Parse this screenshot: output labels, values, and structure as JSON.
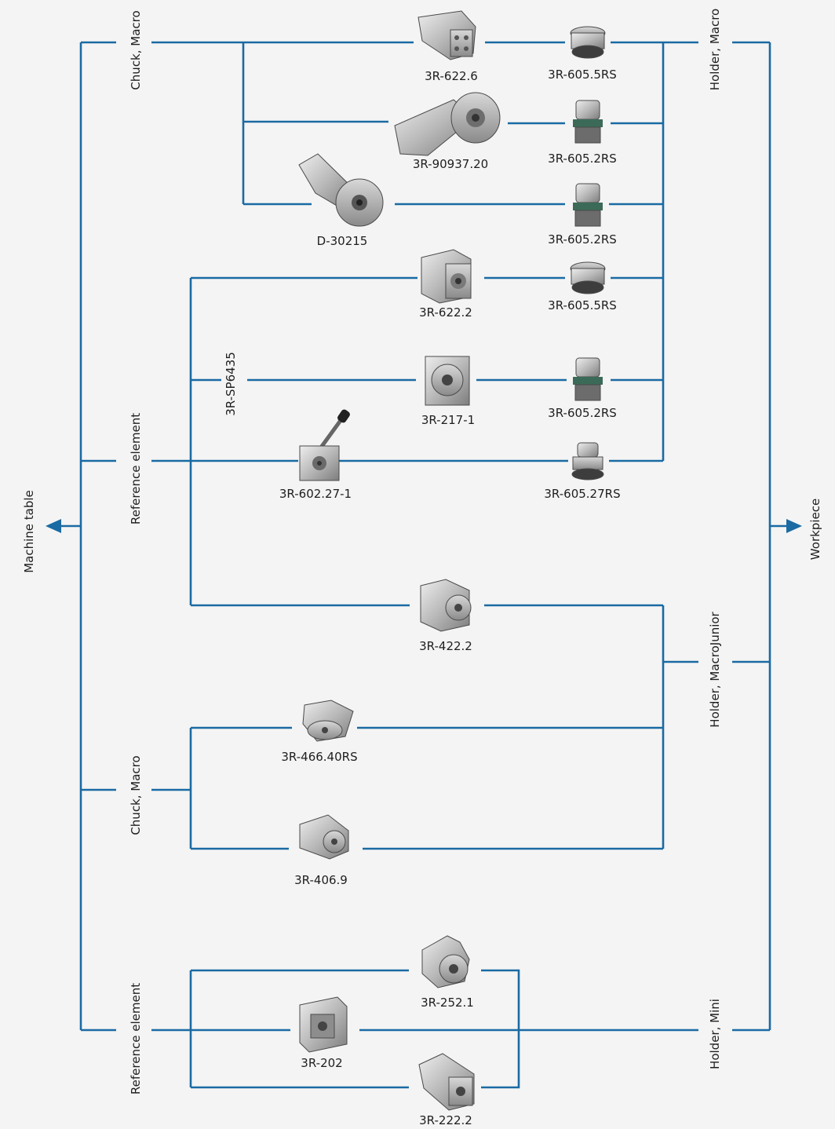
{
  "side_labels": {
    "machine_table": "Machine table",
    "workpiece": "Workpiece"
  },
  "group_labels": {
    "chuck_macro_top": "Chuck, Macro",
    "reference_element_top": "Reference element",
    "chuck_macro_bottom": "Chuck, Macro",
    "reference_element_bottom": "Reference element",
    "sp6435": "3R-SP6435",
    "holder_macro": "Holder, Macro",
    "holder_macrojunior": "Holder, MacroJunior",
    "holder_mini": "Holder, Mini"
  },
  "products": {
    "p622_6": "3R-622.6",
    "p90937_20": "3R-90937.20",
    "d30215": "D-30215",
    "p622_2": "3R-622.2",
    "p217_1": "3R-217-1",
    "p602_27_1": "3R-602.27-1",
    "p422_2": "3R-422.2",
    "p466_40rs": "3R-466.40RS",
    "p406_9": "3R-406.9",
    "p252_1": "3R-252.1",
    "p202": "3R-202",
    "p222_2": "3R-222.2",
    "h605_5rs_a": "3R-605.5RS",
    "h605_2rs_a": "3R-605.2RS",
    "h605_2rs_b": "3R-605.2RS",
    "h605_5rs_b": "3R-605.5RS",
    "h605_2rs_c": "3R-605.2RS",
    "h605_27rs": "3R-605.27RS"
  },
  "colors": {
    "line": "#1a6aa3",
    "background": "#f4f4f4",
    "text": "#1e1e1e"
  }
}
